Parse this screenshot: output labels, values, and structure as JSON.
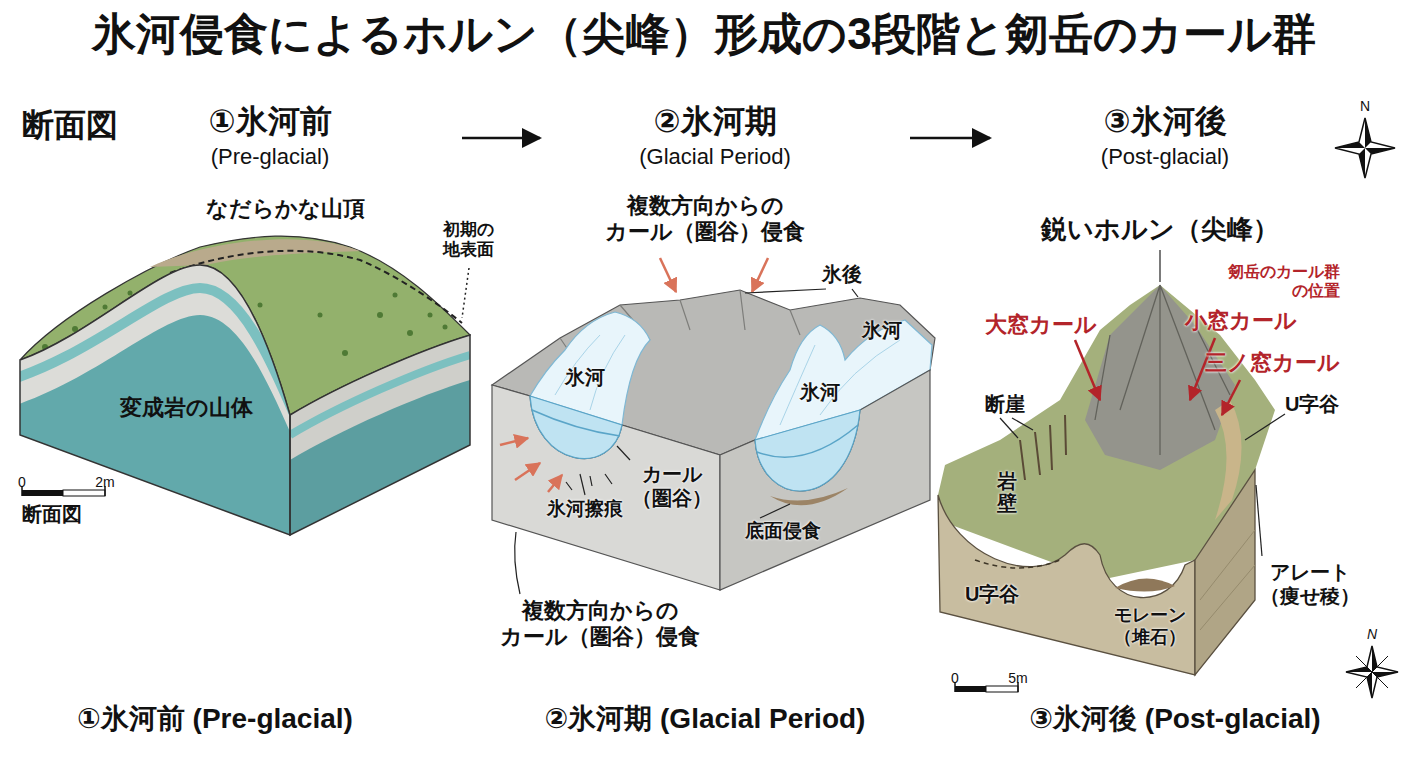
{
  "diagram": {
    "title": "氷河侵食によるホルン（尖峰）形成の3段階と剱岳のカール群",
    "labels": [
      "断面図",
      "①氷河前",
      "(Pre-glacial)",
      "②氷河期",
      "(Glacial Period)",
      "③氷河後",
      "(Post-glacial)",
      "N",
      "なだらかな山頂",
      "初期の 地表面",
      "変成岩の山体",
      "0",
      "2m",
      "断面図",
      "複数方向からの カール（圏谷）侵食",
      "氷後",
      "氷河",
      "氷河",
      "カール （圏谷）",
      "氷河",
      "氷河擦痕",
      "底面侵食",
      "複数方向からの カール（圏谷）侵食",
      "鋭いホルン（尖峰）",
      "剱岳のカール群 の位置",
      "大窓カール",
      "小窓カール",
      "三ノ窓カール",
      "断崖",
      "U字谷",
      "岩壁",
      "アレート （痩せ稜）",
      "U字谷",
      "モレーン （堆石）",
      "0",
      "5m",
      "N",
      "①氷河前 (Pre-glacial)",
      "②氷河期 (Glacial Period)",
      "③氷河後 (Post-glacial)"
    ]
  }
}
